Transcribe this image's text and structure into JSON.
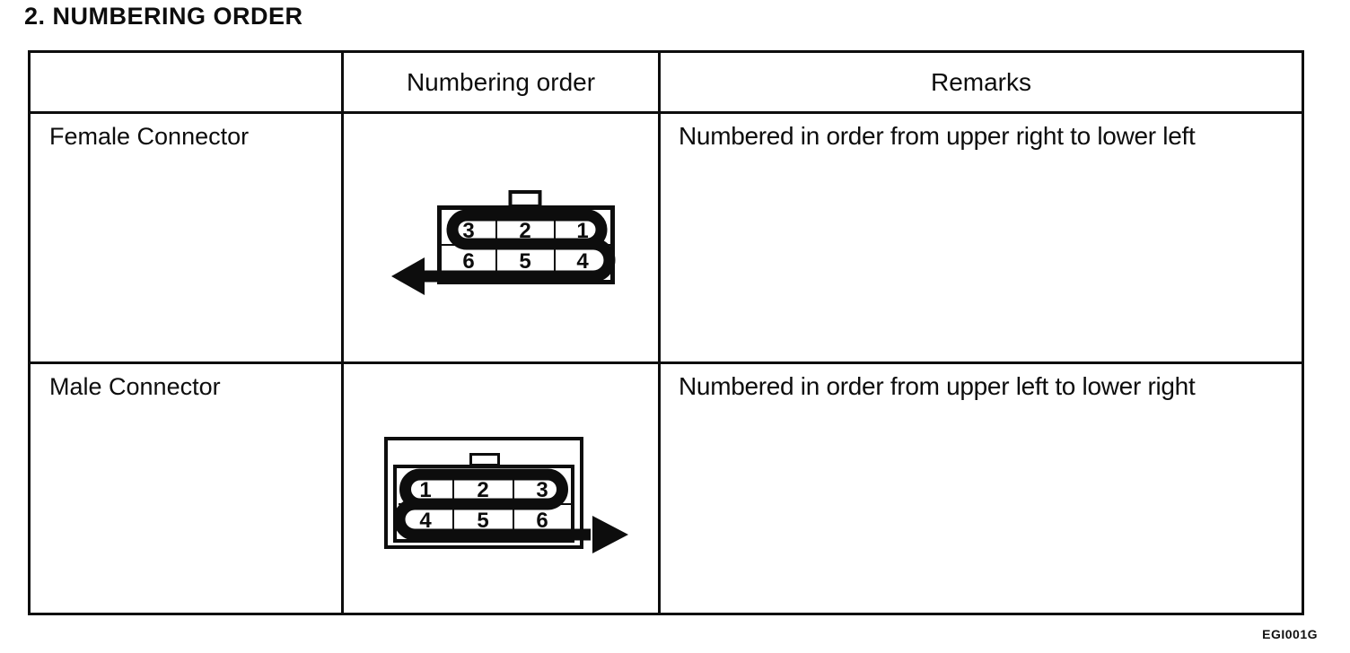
{
  "page": {
    "title": "2. NUMBERING ORDER",
    "footer_code": "EGI001G"
  },
  "colors": {
    "ink": "#0d0d0d",
    "paper": "#ffffff"
  },
  "table": {
    "headers": [
      "",
      "Numbering order",
      "Remarks"
    ],
    "rows": [
      {
        "label": "Female Connector",
        "remark": "Numbered in order from upper right to lower left",
        "diagram": {
          "type": "female-connector",
          "top_row": [
            "3",
            "2",
            "1"
          ],
          "bottom_row": [
            "6",
            "5",
            "4"
          ],
          "arrow_direction": "left"
        }
      },
      {
        "label": "Male Connector",
        "remark": "Numbered in order from upper left to lower right",
        "diagram": {
          "type": "male-connector",
          "top_row": [
            "1",
            "2",
            "3"
          ],
          "bottom_row": [
            "4",
            "5",
            "6"
          ],
          "arrow_direction": "right"
        }
      }
    ]
  }
}
